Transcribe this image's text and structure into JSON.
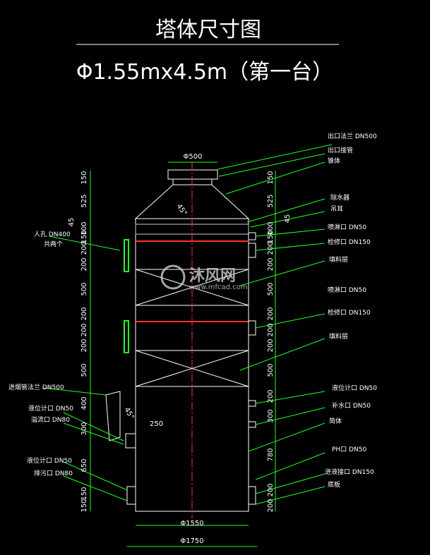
{
  "drawing": {
    "title": "塔体尺寸图",
    "subtitle": "Φ1.55mx4.5m（第一台）"
  },
  "top_dims": {
    "outlet_dia": "Φ500",
    "cone_angle": "45°"
  },
  "bottom_dims": {
    "inner_dia": "Φ1550",
    "outer_dia": "Φ1750"
  },
  "left_dims": [
    "150",
    "525",
    "45",
    "100",
    "150",
    "200",
    "200",
    "500",
    "200",
    "200",
    "200",
    "500",
    "400",
    "300",
    "650",
    "150",
    "150"
  ],
  "right_dims": [
    "150",
    "525",
    "45",
    "100",
    "150",
    "200",
    "200",
    "500",
    "200",
    "200",
    "200",
    "500",
    "200",
    "300",
    "780",
    "200",
    "200"
  ],
  "labels_right": [
    "出口法兰 DN500",
    "出口接管",
    "锥体",
    "除水器",
    "吊耳",
    "喷淋口 DN50",
    "检修口 DN150",
    "填料层",
    "喷淋口 DN50",
    "检修口 DN150",
    "填料层",
    "液位计口 DN50",
    "补水口 DN50",
    "简体",
    "PH口 DN50",
    "进液接口 DN150",
    "底板"
  ],
  "labels_left": [
    "人孔 DN400",
    "共两个",
    "进烟管法兰 DN500",
    "液位计口 DN50",
    "溢流口 DN80",
    "液位计口 DN50",
    "排污口 DN80"
  ],
  "misc": {
    "angle_inlet": "45°",
    "inlet_offset": "250"
  },
  "watermark": {
    "brand": "沐风网",
    "url": "www.mfcad.com"
  }
}
